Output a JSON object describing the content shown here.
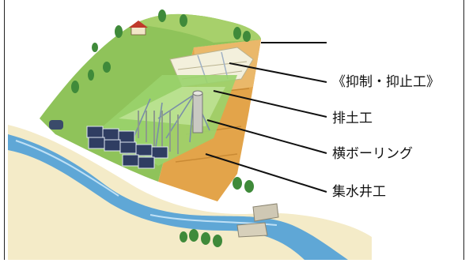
{
  "labels": {
    "group_title": "《抑制・抑止工》",
    "item_drainage": "排土工",
    "item_horizontal_boring": "横ボーリング",
    "item_catchment_well": "集水井工"
  }
}
